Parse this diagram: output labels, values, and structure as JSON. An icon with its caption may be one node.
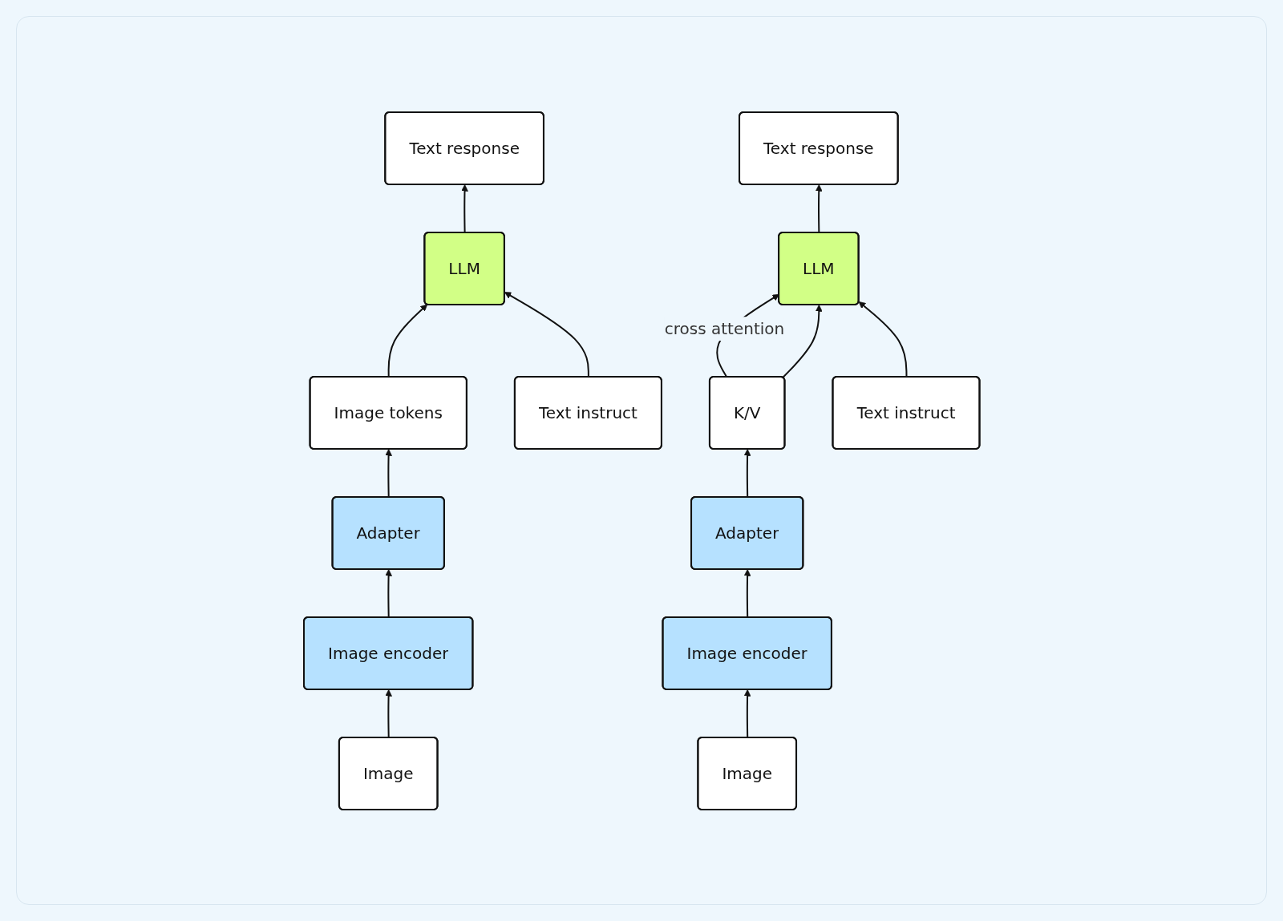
{
  "diagram": {
    "nodes": [
      {
        "text": [
          "Text response"
        ]
      },
      {
        "text": [
          "Text response"
        ]
      },
      {
        "text": [
          "LLM"
        ]
      },
      {
        "text": [
          "LLM"
        ]
      },
      {
        "text": [
          "Image tokens"
        ]
      },
      {
        "text": [
          "Text instruct"
        ]
      },
      {
        "text": [
          "K/V"
        ]
      },
      {
        "text": [
          "Text instruct"
        ]
      },
      {
        "text": [
          "Adapter"
        ]
      },
      {
        "text": [
          "Adapter"
        ]
      },
      {
        "text": [
          "Image encoder"
        ]
      },
      {
        "text": [
          "Image encoder"
        ]
      },
      {
        "text": [
          "Image"
        ]
      },
      {
        "text": [
          "Image"
        ]
      }
    ],
    "edges": [
      {
        "from": 12,
        "to": 10,
        "arrow": "to"
      },
      {
        "from": 10,
        "to": 8,
        "arrow": "to"
      },
      {
        "from": 8,
        "to": 4,
        "arrow": "to"
      },
      {
        "from": 4,
        "to": 2,
        "arrow": "to"
      },
      {
        "from": 5,
        "to": 2,
        "arrow": "to"
      },
      {
        "from": 2,
        "to": 0,
        "arrow": "to"
      },
      {
        "from": 13,
        "to": 11,
        "arrow": "to"
      },
      {
        "from": 11,
        "to": 9,
        "arrow": "to"
      },
      {
        "from": 9,
        "to": 6,
        "arrow": "to"
      },
      {
        "from": 6,
        "to": 3,
        "arrow": "to",
        "label": "cross attention"
      },
      {
        "from": 6,
        "to": 3,
        "arrow": "to"
      },
      {
        "from": 7,
        "to": 3,
        "arrow": "to"
      },
      {
        "from": 3,
        "to": 1,
        "arrow": "to"
      }
    ]
  }
}
